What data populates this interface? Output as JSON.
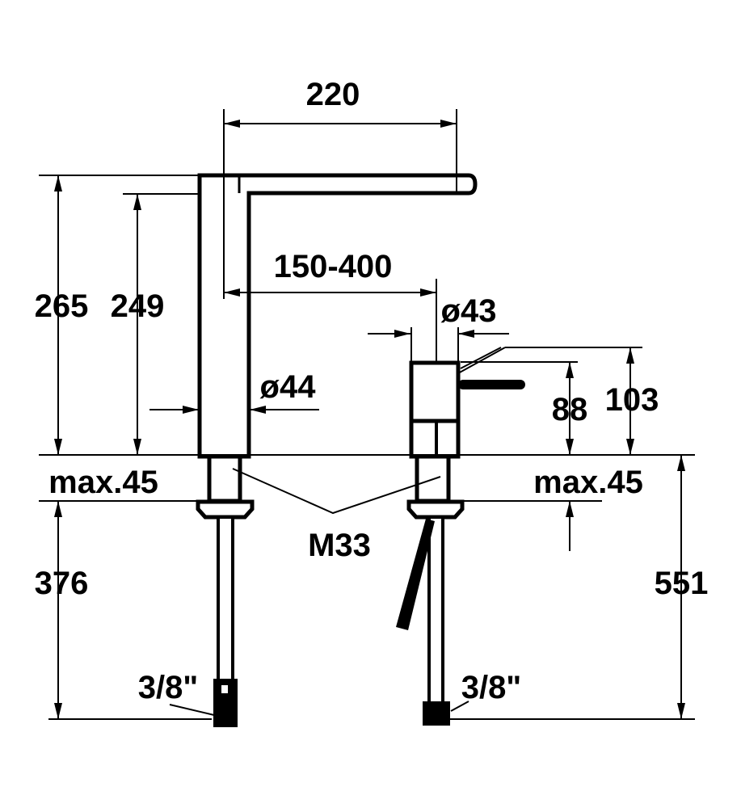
{
  "drawing": {
    "dimensions": {
      "spout_reach": "220",
      "total_height": "265",
      "spout_height": "249",
      "distance": "150-400",
      "diameter_lever": "ø43",
      "diameter_body": "ø44",
      "lever_height_88": "88",
      "lever_height_103": "103",
      "max_left": "max.45",
      "max_right": "max.45",
      "thread": "M33",
      "hose_left_length": "376",
      "hose_right_length": "551",
      "connection_left": "3/8\"",
      "connection_right": "3/8\""
    },
    "colors": {
      "line": "#000000",
      "background": "#ffffff"
    }
  }
}
